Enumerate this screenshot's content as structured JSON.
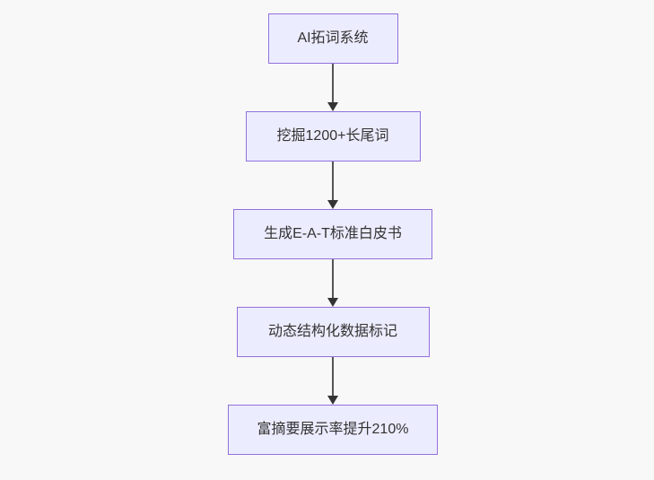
{
  "diagram": {
    "type": "flowchart",
    "direction": "top-down",
    "colors": {
      "background": "#f8f8f8",
      "node_fill": "#ECECFF",
      "node_border": "#9370DB",
      "edge_color": "#333333",
      "text_color": "#333333"
    },
    "nodes": [
      {
        "id": "n1",
        "label": "AI拓词系统"
      },
      {
        "id": "n2",
        "label": "挖掘1200+长尾词"
      },
      {
        "id": "n3",
        "label": "生成E-A-T标准白皮书"
      },
      {
        "id": "n4",
        "label": "动态结构化数据标记"
      },
      {
        "id": "n5",
        "label": "富摘要展示率提升210%"
      }
    ],
    "edges": [
      {
        "from": "n1",
        "to": "n2",
        "style": "arrow-down"
      },
      {
        "from": "n2",
        "to": "n3",
        "style": "arrow-down"
      },
      {
        "from": "n3",
        "to": "n4",
        "style": "arrow-down"
      },
      {
        "from": "n4",
        "to": "n5",
        "style": "arrow-down"
      }
    ]
  }
}
